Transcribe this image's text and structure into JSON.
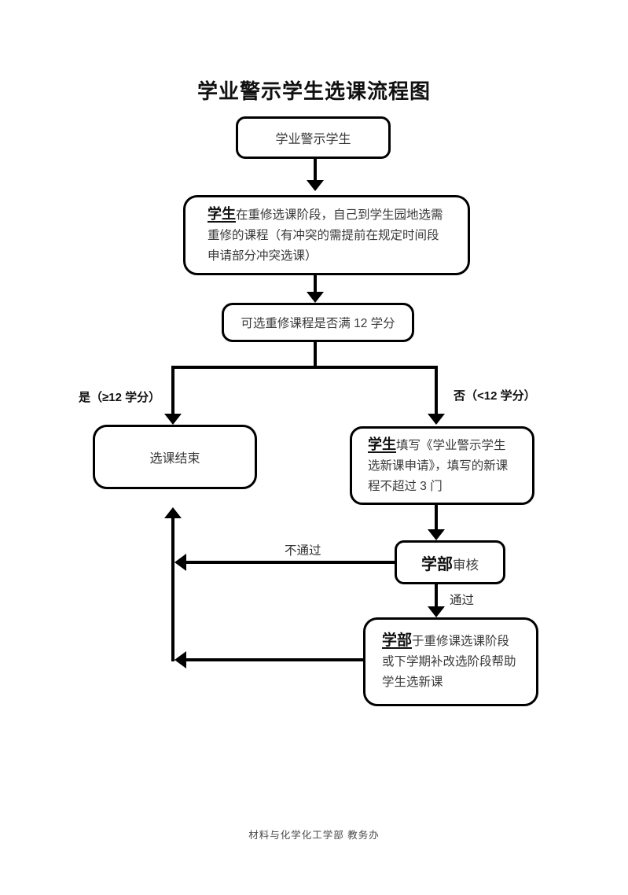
{
  "title": "学业警示学生选课流程图",
  "footer": "材料与化学化工学部 教务办",
  "nodes": {
    "start": {
      "label": "学业警示学生"
    },
    "main": {
      "lead": "学生",
      "text": "在重修选课阶段，自己到学生园地选需重修的课程（有冲突的需提前在规定时间段申请部分冲突选课）"
    },
    "decision": {
      "label": "可选重修课程是否满 12 学分"
    },
    "end": {
      "label": "选课结束"
    },
    "apply": {
      "lead": "学生",
      "text": "填写《学业警示学生选新课申请》，填写的新课程不超过 3 门"
    },
    "review": {
      "lead": "学部",
      "text": "审核"
    },
    "dept": {
      "lead": "学部",
      "text": "于重修课选课阶段或下学期补改选阶段帮助学生选新课"
    }
  },
  "edges": {
    "yes": "是（≥12 学分）",
    "no": "否（<12 学分）",
    "fail": "不通过",
    "pass": "通过"
  },
  "colors": {
    "line": "#000000",
    "text": "#3a3a3a",
    "emphasis": "#111111",
    "background": "#ffffff"
  }
}
